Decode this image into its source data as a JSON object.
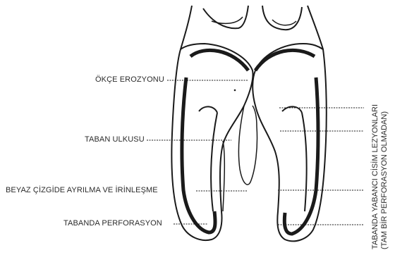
{
  "labels": {
    "heel_erosion": "ÖKÇE EROZYONU",
    "sole_ulcer": "TABAN ULKUSU",
    "white_line": "BEYAZ ÇİZGİDE AYRILMA VE İRİNLEŞME",
    "sole_perforation": "TABANDA PERFORASYON"
  },
  "right_label": {
    "line1": "TABANDA YABANCI CİSİM LEZYONLARI",
    "line2": "(TAM BİR PERFORASYON OLMADAN)"
  }
}
